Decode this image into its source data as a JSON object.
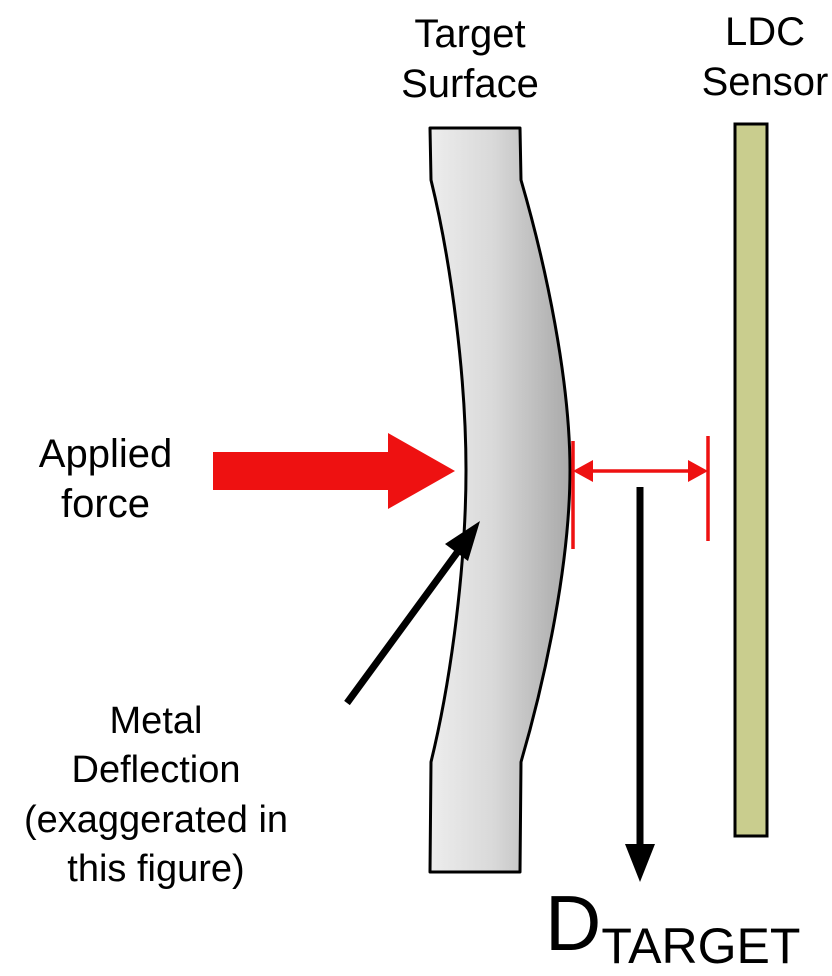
{
  "diagram": {
    "labels": {
      "target_surface": [
        "Target",
        "Surface"
      ],
      "ldc_sensor": [
        "LDC",
        "Sensor"
      ],
      "applied_force": [
        "Applied",
        "force"
      ],
      "metal_deflection": [
        "Metal",
        "Deflection",
        "(exaggerated in",
        "this figure)"
      ],
      "d_target": {
        "main": "D",
        "subscript": "TARGET"
      }
    },
    "colors": {
      "force_red": "#ee1111",
      "sensor_fill": "#c9cd8e",
      "plate_light": "#ededed",
      "plate_dark": "#a9a9a9",
      "outline": "#000000"
    }
  }
}
